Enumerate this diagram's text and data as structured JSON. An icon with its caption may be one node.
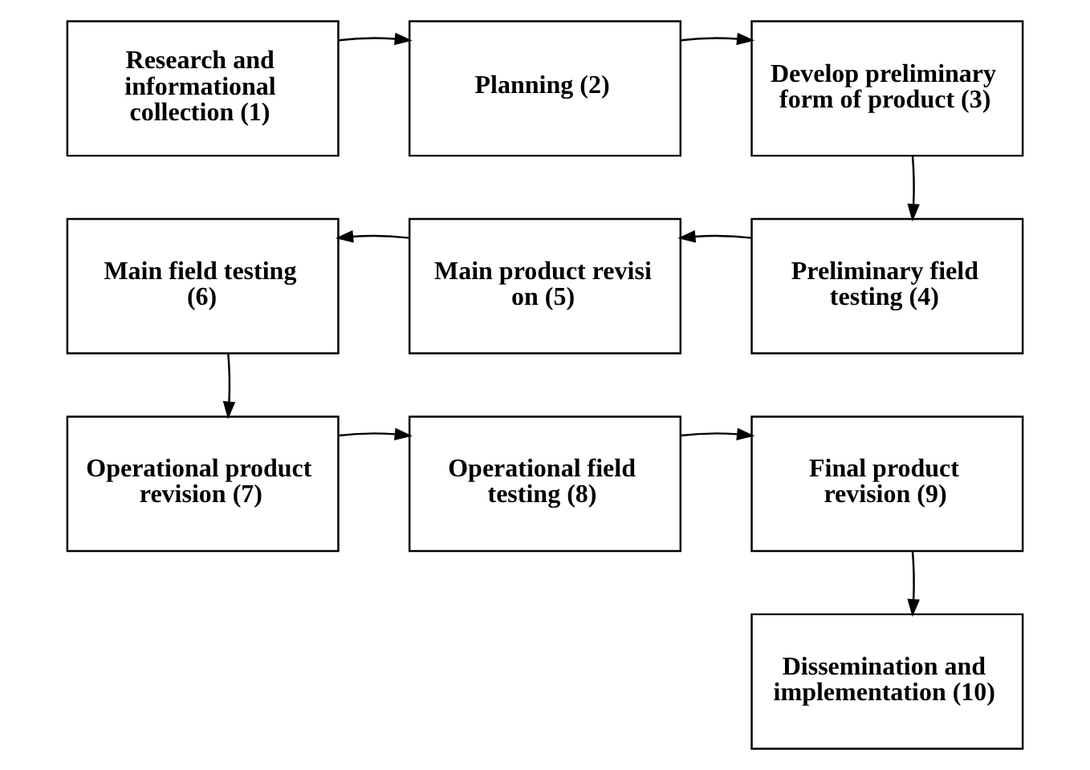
{
  "diagram": {
    "nodes": [
      {
        "text": [
          "Research and informational collection (1)"
        ]
      },
      {
        "text": [
          "Planning (2)"
        ]
      },
      {
        "text": [
          "Develop preliminary form of product (3)"
        ]
      },
      {
        "text": [
          "Main field testing (6)"
        ]
      },
      {
        "text": [
          "Main product revisi on (5)"
        ]
      },
      {
        "text": [
          "Preliminary field testing (4)"
        ]
      },
      {
        "text": [
          "Operational product revision (7)"
        ]
      },
      {
        "text": [
          "Operational field testing (8)"
        ]
      },
      {
        "text": [
          "Final product revision (9)"
        ]
      },
      {
        "text": [
          "Dissemination and implementation (10)"
        ]
      }
    ],
    "edges": [
      {
        "from": 0,
        "to": 1,
        "arrow": "to"
      },
      {
        "from": 1,
        "to": 2,
        "arrow": "to"
      },
      {
        "from": 2,
        "to": 5,
        "arrow": "to"
      },
      {
        "from": 5,
        "to": 4,
        "arrow": "to"
      },
      {
        "from": 4,
        "to": 3,
        "arrow": "to"
      },
      {
        "from": 3,
        "to": 6,
        "arrow": "to"
      },
      {
        "from": 6,
        "to": 7,
        "arrow": "to"
      },
      {
        "from": 7,
        "to": 8,
        "arrow": "to"
      },
      {
        "from": 8,
        "to": 9,
        "arrow": "to"
      }
    ]
  }
}
